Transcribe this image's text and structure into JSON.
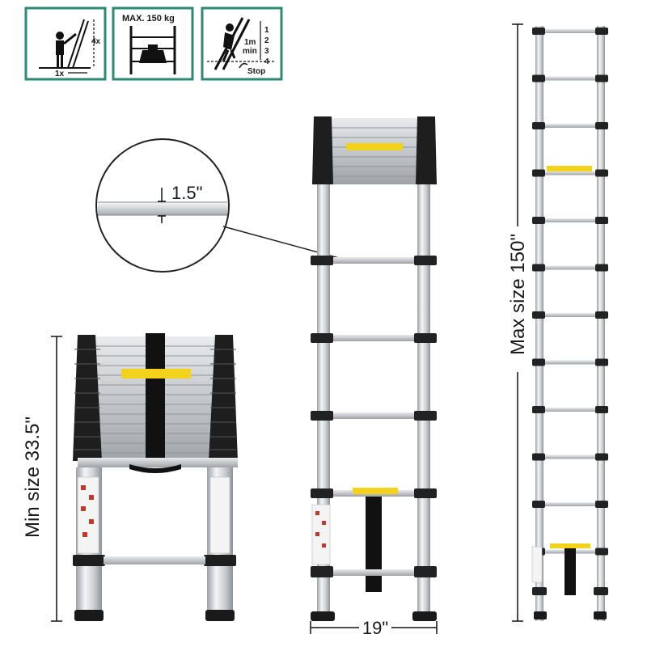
{
  "icons": {
    "ratio": {
      "height_label": "4x",
      "base_label": "1x",
      "icon": "ladder-angle-ratio-icon"
    },
    "load": {
      "label": "MAX. 150 kg",
      "icon": "weight-on-ladder-icon"
    },
    "extend": {
      "sequence": [
        "1",
        "2",
        "3",
        "4"
      ],
      "min_label": "1m",
      "min_label2": "min",
      "stop_label": "Stop",
      "icon": "climbing-person-icon"
    }
  },
  "labels": {
    "rung_thickness": "1.5\"",
    "min_size": "Min size 33.5\"",
    "width": "19\"",
    "max_size": "Max size 150\""
  },
  "colors": {
    "icon_border": "#2e8a76",
    "aluminum": "#c9ccd0",
    "rung_end": "#2a2a2a",
    "warning_label": "#f2d21b"
  }
}
